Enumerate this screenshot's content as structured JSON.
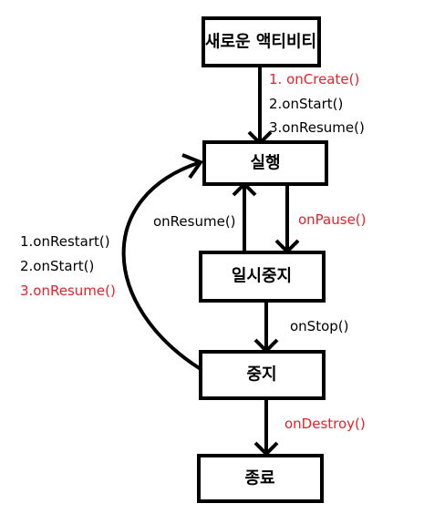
{
  "colors": {
    "line": "#000000",
    "highlight": "#e8202a"
  },
  "states": {
    "new_activity": "새로운 액티비티",
    "running": "실행",
    "paused": "일시중지",
    "stopped": "중지",
    "destroyed": "종료"
  },
  "callbacks": {
    "create": {
      "on_create": "1. onCreate()",
      "on_start": "2.onStart()",
      "on_resume": "3.onResume()"
    },
    "on_pause": "onPause()",
    "on_resume": "onResume()",
    "restart": {
      "on_restart": "1.onRestart()",
      "on_start": "2.onStart()",
      "on_resume": "3.onResume()"
    },
    "on_stop": "onStop()",
    "on_destroy": "onDestroy()"
  }
}
